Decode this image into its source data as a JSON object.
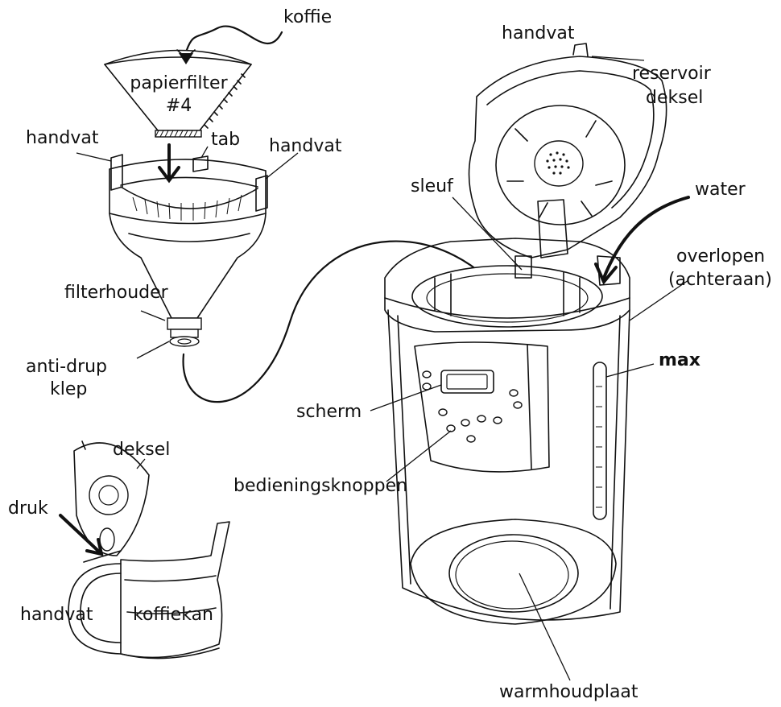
{
  "labels": {
    "koffie": "koffie",
    "papierfilter": "papierfilter",
    "papierfilter_size": "#4",
    "handvat_filter_left": "handvat",
    "tab": "tab",
    "handvat_filter_right": "handvat",
    "filterhouder": "filterhouder",
    "anti_drup_1": "anti-drup",
    "anti_drup_2": "klep",
    "handvat_lid": "handvat",
    "reservoir_1": "reservoir",
    "reservoir_2": "deksel",
    "sleuf": "sleuf",
    "water": "water",
    "overlopen_1": "overlopen",
    "overlopen_2": "(achteraan)",
    "max": "max",
    "scherm": "scherm",
    "bedieningsknoppen": "bedieningsknoppen",
    "deksel": "deksel",
    "druk": "druk",
    "handvat_carafe": "handvat",
    "koffiekan": "koffiekan",
    "warmhoudplaat": "warmhoudplaat"
  }
}
